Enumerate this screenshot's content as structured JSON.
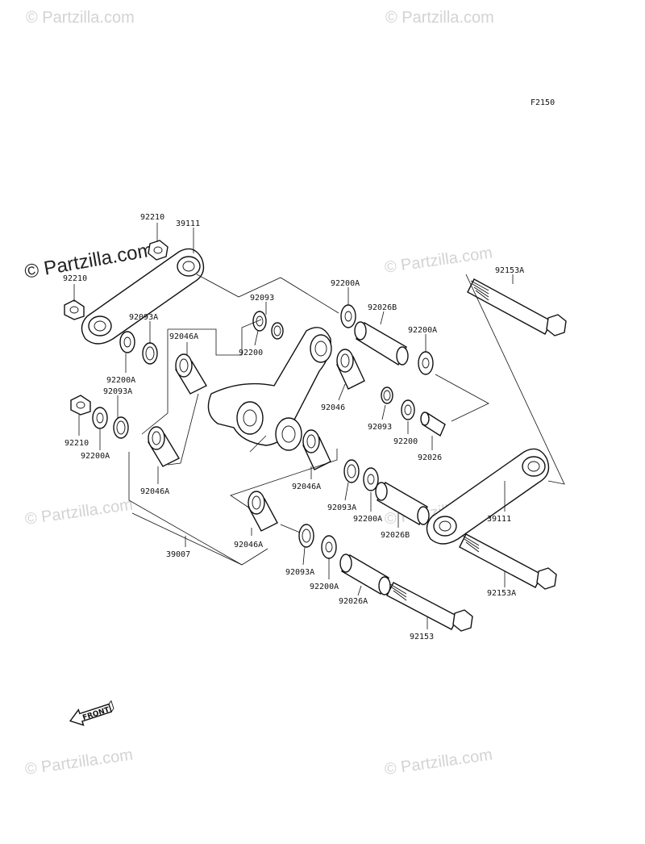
{
  "diagram_code": "F2150",
  "front_label": "FRONT",
  "watermark": "© Partzilla.com",
  "labels": [
    {
      "id": "l1",
      "text": "92210"
    },
    {
      "id": "l2",
      "text": "39111"
    },
    {
      "id": "l3",
      "text": "92210"
    },
    {
      "id": "l4",
      "text": "92093A"
    },
    {
      "id": "l5",
      "text": "92046A"
    },
    {
      "id": "l6",
      "text": "92093"
    },
    {
      "id": "l7",
      "text": "92200"
    },
    {
      "id": "l8",
      "text": "92200A"
    },
    {
      "id": "l9",
      "text": "92200A"
    },
    {
      "id": "l10",
      "text": "92093A"
    },
    {
      "id": "l11",
      "text": "92210"
    },
    {
      "id": "l12",
      "text": "92200A"
    },
    {
      "id": "l13",
      "text": "92046A"
    },
    {
      "id": "l14",
      "text": "92026B"
    },
    {
      "id": "l15",
      "text": "92200A"
    },
    {
      "id": "l16",
      "text": "92046"
    },
    {
      "id": "l17",
      "text": "92093"
    },
    {
      "id": "l18",
      "text": "92200"
    },
    {
      "id": "l19",
      "text": "92026"
    },
    {
      "id": "l20",
      "text": "92153A"
    },
    {
      "id": "l21",
      "text": "92046A"
    },
    {
      "id": "l22",
      "text": "92093A"
    },
    {
      "id": "l23",
      "text": "92200A"
    },
    {
      "id": "l24",
      "text": "92026B"
    },
    {
      "id": "l25",
      "text": "39111"
    },
    {
      "id": "l26",
      "text": "39007"
    },
    {
      "id": "l27",
      "text": "92046A"
    },
    {
      "id": "l28",
      "text": "92093A"
    },
    {
      "id": "l29",
      "text": "92200A"
    },
    {
      "id": "l30",
      "text": "92026A"
    },
    {
      "id": "l31",
      "text": "92153A"
    },
    {
      "id": "l32",
      "text": "92153"
    }
  ]
}
